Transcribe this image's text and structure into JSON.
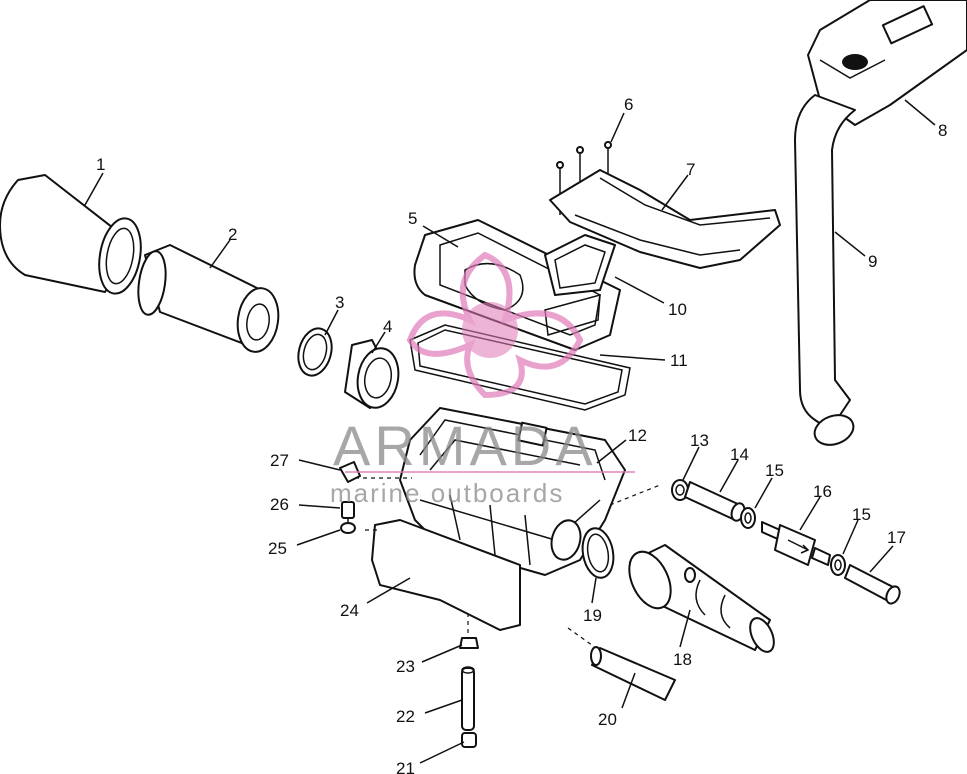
{
  "watermark": {
    "brand": "ARMADA",
    "tagline": "marine outboards",
    "logo_color": "#e07ab8",
    "text_color": "#8a8a8a"
  },
  "callouts": [
    "1",
    "2",
    "3",
    "4",
    "5",
    "6",
    "7",
    "8",
    "9",
    "10",
    "11",
    "12",
    "13",
    "14",
    "15",
    "16",
    "15",
    "17",
    "18",
    "19",
    "20",
    "21",
    "22",
    "23",
    "24",
    "25",
    "26",
    "27"
  ]
}
